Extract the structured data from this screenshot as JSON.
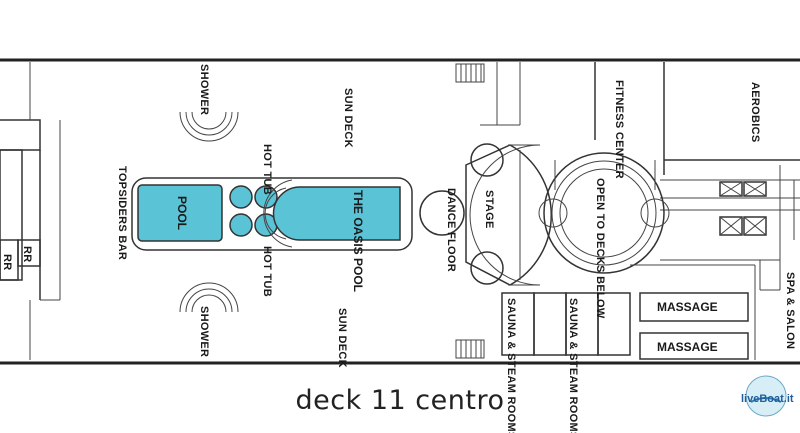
{
  "diagram": {
    "labels": {
      "shower_top": "SHOWER",
      "shower_bottom": "SHOWER",
      "sun_deck_top": "SUN DECK",
      "sun_deck_bottom": "SUN DECK",
      "topsiders_bar": "TOPSIDERS BAR",
      "pool": "POOL",
      "hot_tub_top": "HOT TUB",
      "hot_tub_bottom": "HOT TUB",
      "oasis_pool": "THE OASIS POOL",
      "dance_floor": "DANCE FLOOR",
      "stage": "STAGE",
      "fitness_center": "FITNESS CENTER",
      "open_to_decks_below": "OPEN TO DECKS BELOW",
      "aerobics": "AEROBICS",
      "sauna_steam_1": "SAUNA & STEAM ROOMS",
      "sauna_steam_2": "SAUNA & STEAM ROOMS",
      "massage_1": "MASSAGE",
      "massage_2": "MASSAGE",
      "spa_salon": "SPA & SALON",
      "rr_1": "RR",
      "rr_2": "RR"
    },
    "caption": "deck 11 centro",
    "logo_text": "liveBoat.it",
    "colors": {
      "pool_fill": "#5bc3d6",
      "wall": "#333333",
      "background": "#ffffff"
    }
  }
}
